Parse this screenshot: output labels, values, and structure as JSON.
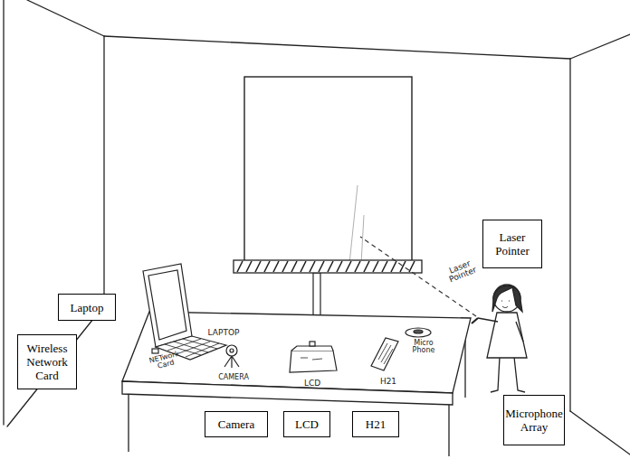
{
  "diagram": {
    "nodes": [
      {
        "text": [
          "Laser Pointer"
        ]
      },
      {
        "text": [
          "Laptop"
        ]
      },
      {
        "text": [
          "Wireless Network Card"
        ]
      },
      {
        "text": [
          "Microphone Array"
        ]
      },
      {
        "text": [
          "Camera"
        ]
      },
      {
        "text": [
          "LCD"
        ]
      },
      {
        "text": [
          "H21"
        ]
      }
    ],
    "labels": [
      "NETwork Card",
      "LAPTOP",
      "CAMERA",
      "LCD",
      "H21",
      "Micro Phone",
      "Laser Pointer"
    ]
  }
}
